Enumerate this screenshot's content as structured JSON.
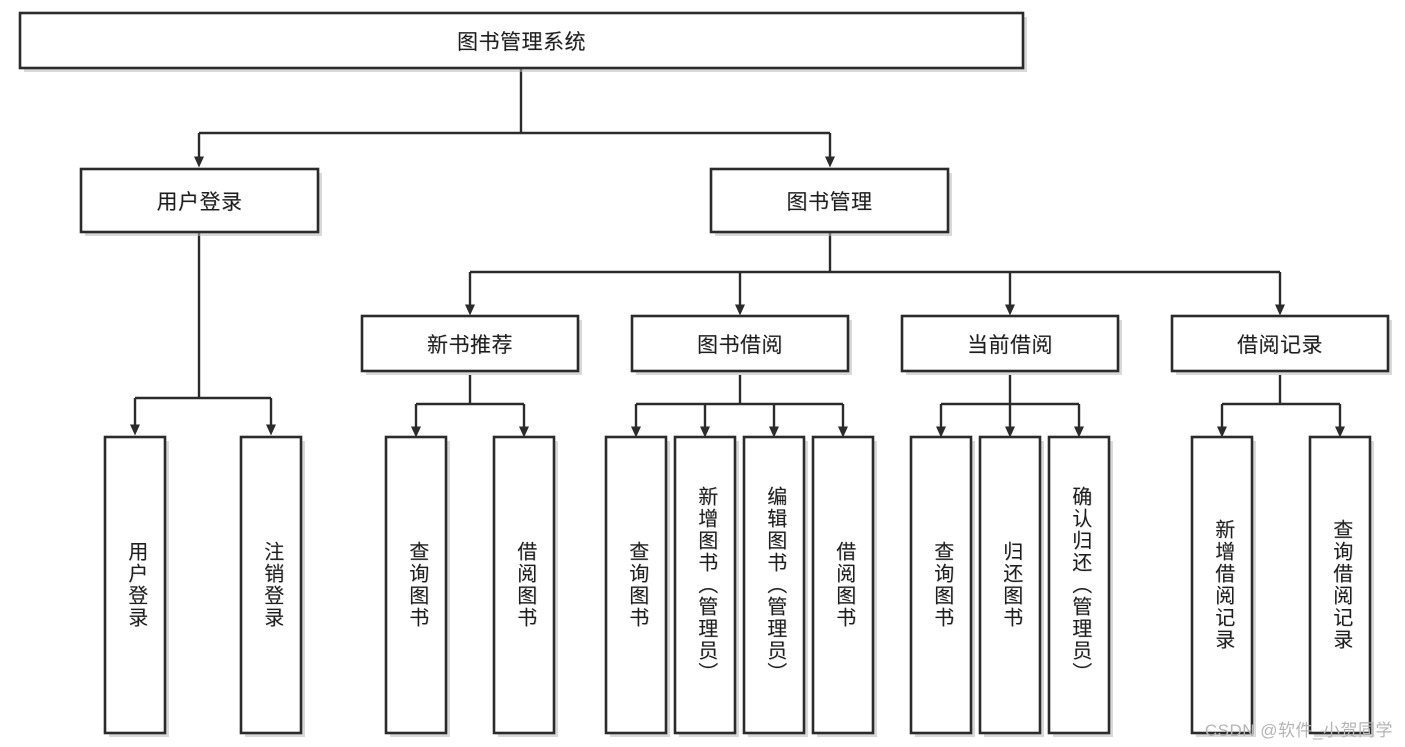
{
  "diagram": {
    "type": "tree-hierarchy",
    "orientation": "top-down",
    "colors": {
      "background": "#ffffff",
      "box_fill": "#ffffff",
      "box_stroke": "#2b2b2b",
      "connector": "#2b2b2b",
      "text": "#1e1e1e",
      "watermark": "#b4b4b4"
    },
    "root": {
      "label": "图书管理系统"
    },
    "level2": [
      {
        "label": "用户登录"
      },
      {
        "label": "图书管理"
      }
    ],
    "level3": [
      {
        "label": "新书推荐"
      },
      {
        "label": "图书借阅"
      },
      {
        "label": "当前借阅"
      },
      {
        "label": "借阅记录"
      }
    ],
    "leaves": {
      "user_login": [
        {
          "label": "用户登录"
        },
        {
          "label": "注销登录"
        }
      ],
      "new_book_recommend": [
        {
          "label": "查询图书"
        },
        {
          "label": "借阅图书"
        }
      ],
      "book_borrow": [
        {
          "label": "查询图书"
        },
        {
          "label": "新增图书（管理员）"
        },
        {
          "label": "编辑图书（管理员）"
        },
        {
          "label": "借阅图书"
        }
      ],
      "current_borrow": [
        {
          "label": "查询图书"
        },
        {
          "label": "归还图书"
        },
        {
          "label": "确认归还（管理员）"
        }
      ],
      "borrow_record": [
        {
          "label": "新增借阅记录"
        },
        {
          "label": "查询借阅记录"
        }
      ]
    }
  },
  "watermark": {
    "text": "CSDN @软件_小贺同学"
  }
}
